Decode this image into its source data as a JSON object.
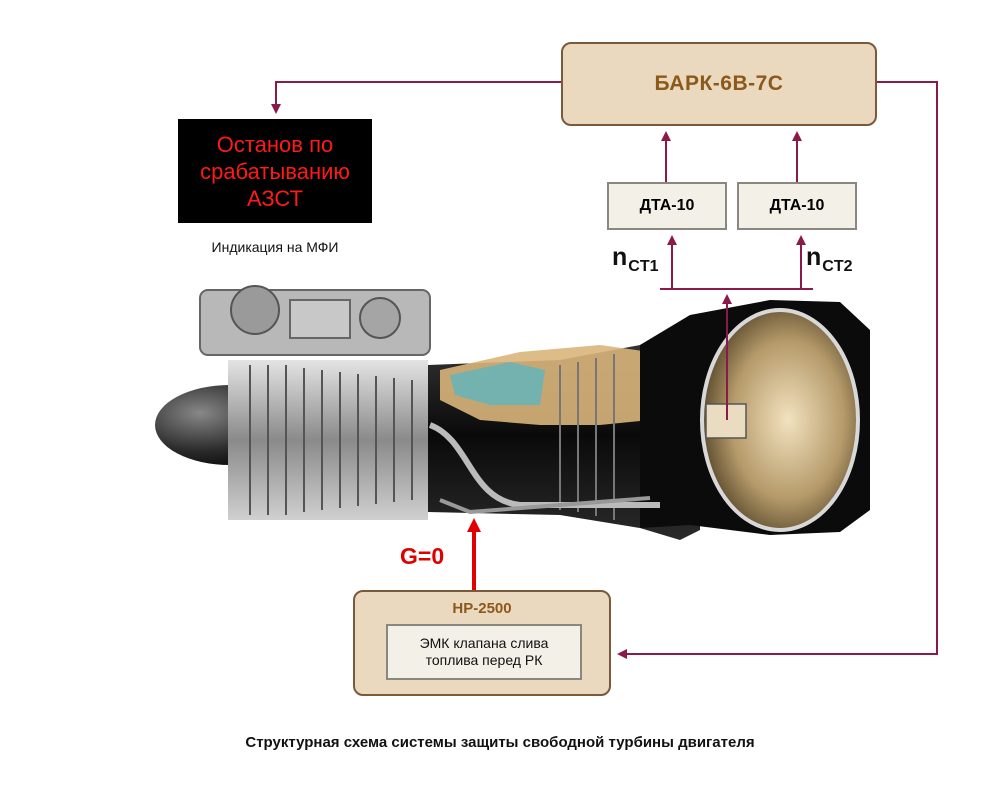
{
  "title_bar": {
    "label": "БАРК-6В-7С"
  },
  "sensors": [
    {
      "label": "ДТА-10"
    },
    {
      "label": "ДТА-10"
    }
  ],
  "signals": {
    "n1": {
      "main": "n",
      "sub": "CT1"
    },
    "n2": {
      "main": "n",
      "sub": "CT2"
    },
    "fuel": "G=0"
  },
  "indicator": {
    "text": "Останов по\nсрабатыванию\nАЗСТ",
    "caption": "Индикация на МФИ"
  },
  "regulator": {
    "title": "НР-2500",
    "inner": "ЭМК клапана слива\nтоплива перед РК"
  },
  "caption": "Структурная схема системы защиты свободной турбины двигателя",
  "colors": {
    "arrow": "#8b1a4a",
    "fuel_arrow": "#e00000",
    "indicator_text": "#ff1a1a",
    "box_fill": "#ead9bf",
    "box_title": "#8b5a1a"
  }
}
